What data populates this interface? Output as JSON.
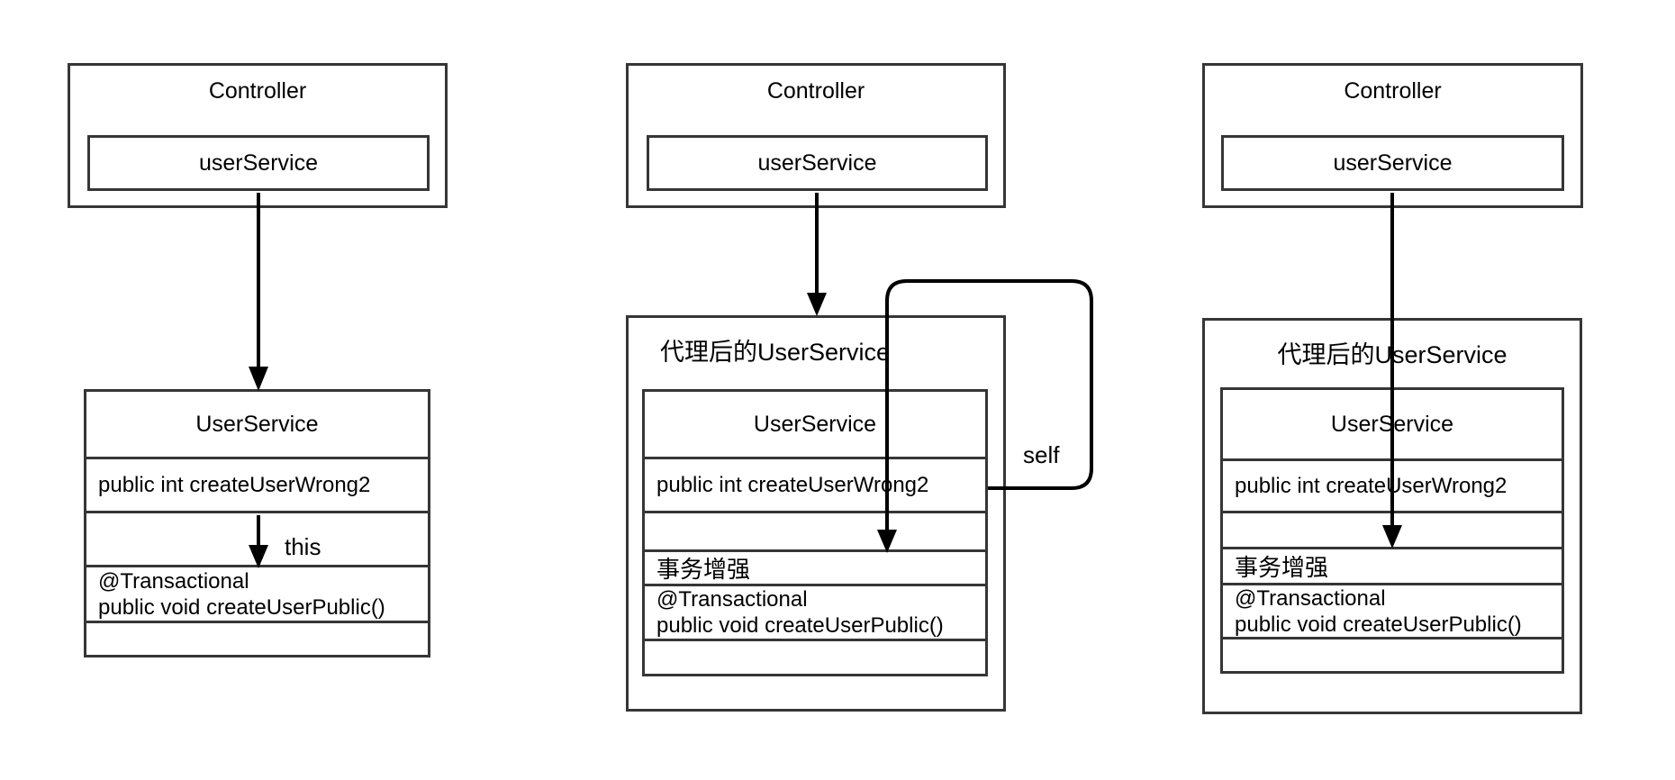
{
  "panels": {
    "left": {
      "controller_title": "Controller",
      "field_label": "userService",
      "class_title": "UserService",
      "method_wrong": "public int createUserWrong2",
      "annotation": "@Transactional",
      "method_public": "public void createUserPublic()",
      "call_label": "this"
    },
    "middle": {
      "controller_title": "Controller",
      "field_label": "userService",
      "proxy_title": "代理后的UserService",
      "class_title": "UserService",
      "method_wrong": "public int createUserWrong2",
      "enhancement_label": "事务增强",
      "annotation": "@Transactional",
      "method_public": "public void createUserPublic()",
      "call_label": "self"
    },
    "right": {
      "controller_title": "Controller",
      "field_label": "userService",
      "proxy_title": "代理后的UserService",
      "class_title": "UserService",
      "method_wrong": "public int createUserWrong2",
      "enhancement_label": "事务增强",
      "annotation": "@Transactional",
      "method_public": "public void createUserPublic()"
    }
  },
  "colors": {
    "background": "#ffffff",
    "box_border": "#363636",
    "arrow": "#000000",
    "text": "#000000"
  }
}
